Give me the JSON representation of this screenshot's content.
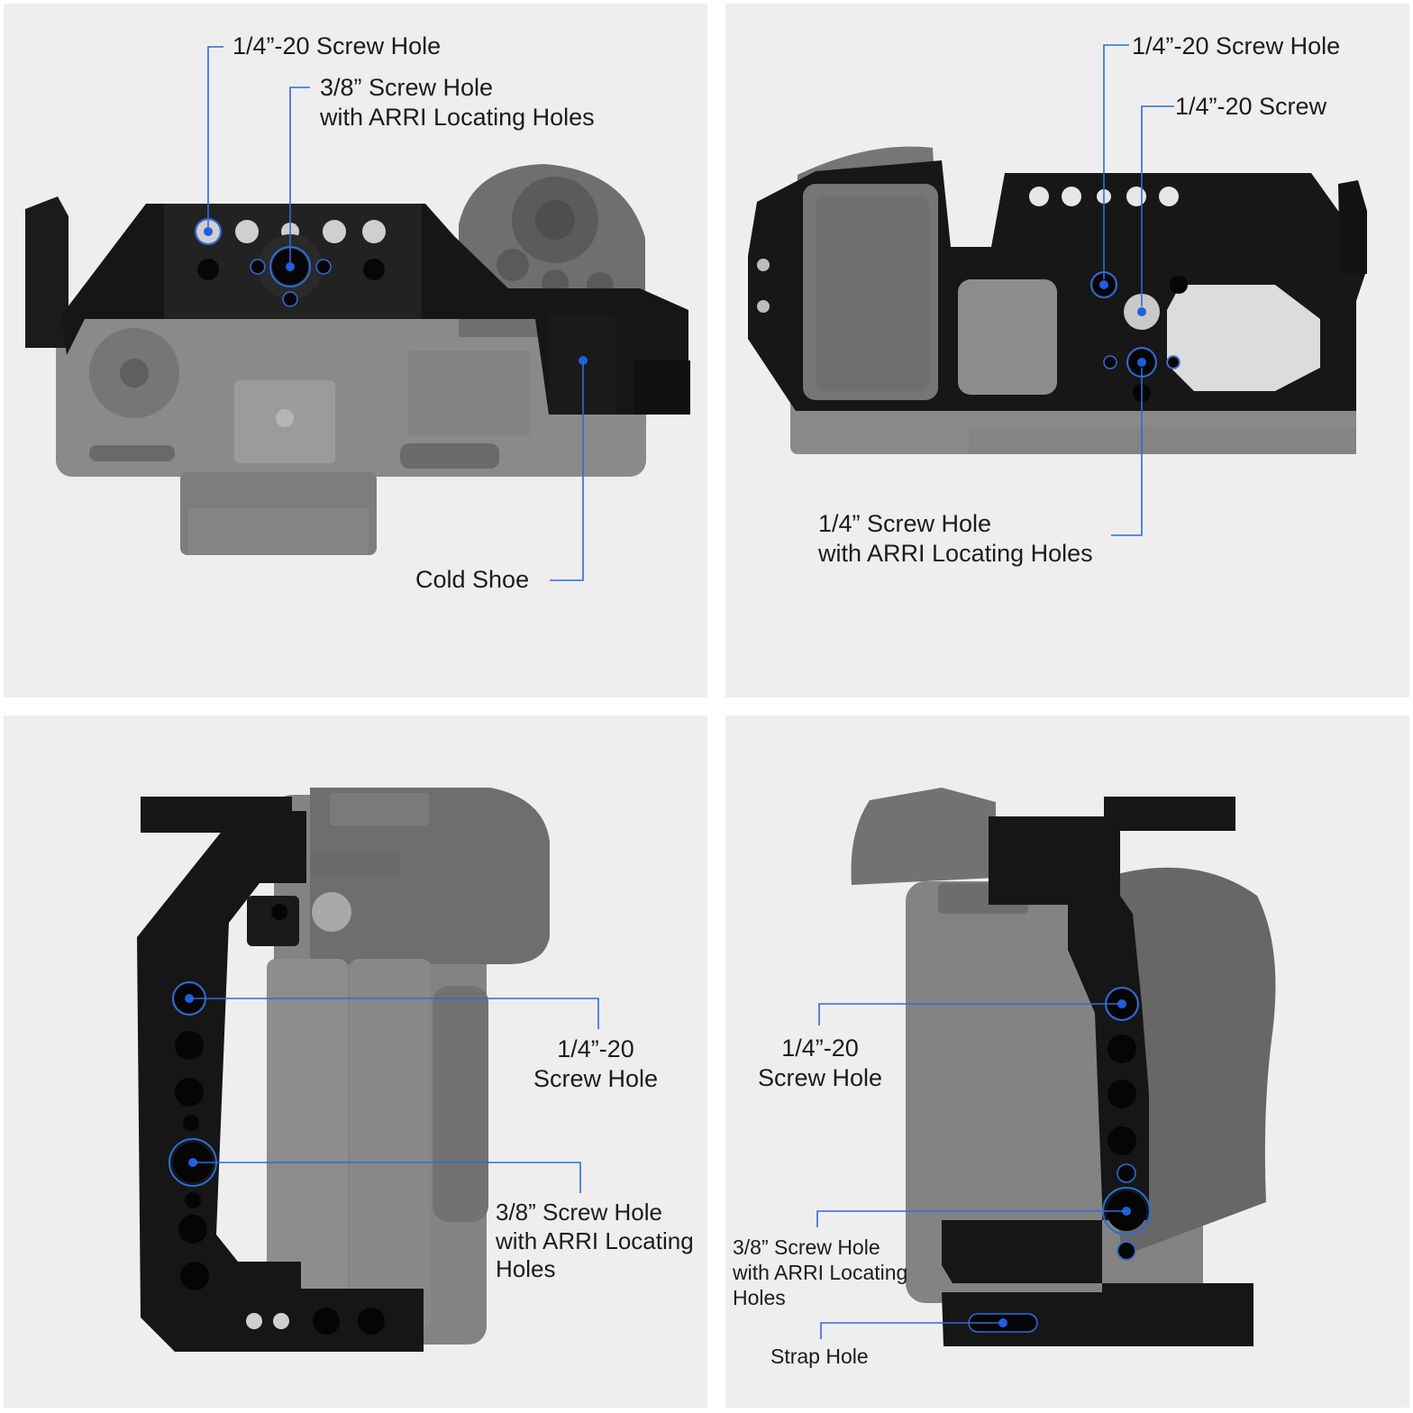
{
  "colors": {
    "leader": "#2f6bd8",
    "dot": "#1f5ee0",
    "cage": "#151515",
    "camera": "#7e7e7e",
    "panel_bg": "#eeeeee"
  },
  "panels": {
    "top_view": {
      "labels": {
        "screw_quarter": "1/4”-20 Screw Hole",
        "screw_38_line1": "3/8” Screw Hole",
        "screw_38_line2": "with ARRI Locating Holes",
        "cold_shoe": "Cold Shoe"
      }
    },
    "bottom_view": {
      "labels": {
        "screw_hole": "1/4”-20 Screw Hole",
        "screw": "1/4”-20 Screw",
        "quarter_line1": "1/4” Screw Hole",
        "quarter_line2": "with ARRI Locating Holes"
      }
    },
    "left_side": {
      "labels": {
        "quarter_line1": "1/4”-20",
        "quarter_line2": "Screw Hole",
        "arri_line1": "3/8” Screw Hole",
        "arri_line2": "with ARRI Locating",
        "arri_line3": "Holes"
      }
    },
    "right_side": {
      "labels": {
        "quarter_line1": "1/4”-20",
        "quarter_line2": "Screw Hole",
        "arri_line1": "3/8” Screw Hole",
        "arri_line2": "with ARRI Locating",
        "arri_line3": "Holes",
        "strap": "Strap Hole"
      }
    }
  }
}
